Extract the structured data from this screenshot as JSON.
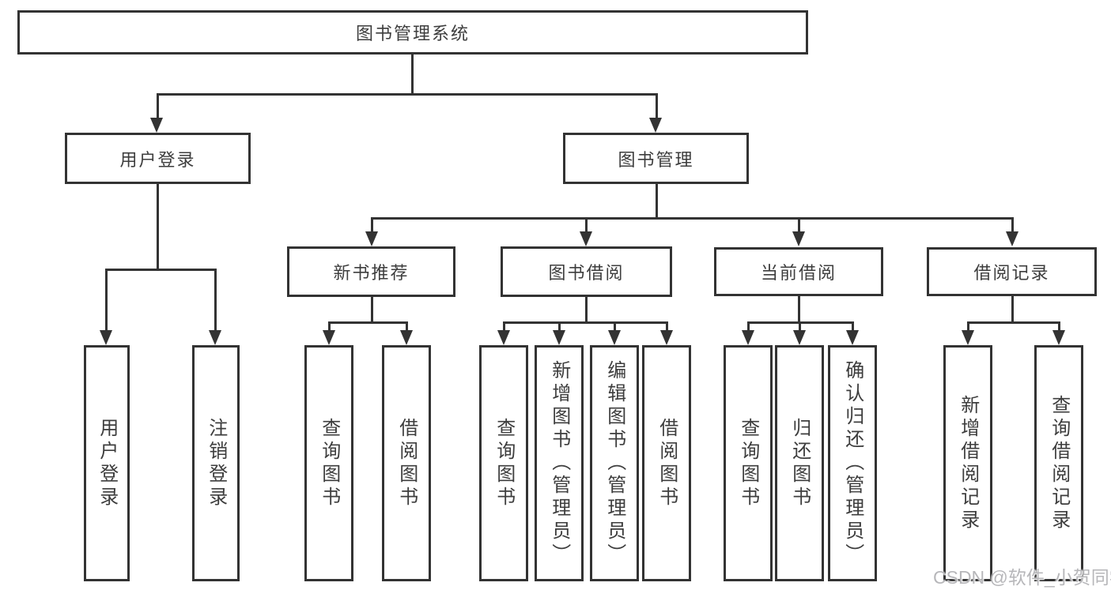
{
  "tree": {
    "label": "图书管理系统",
    "children": [
      {
        "label": "用户登录",
        "children": [
          {
            "label": "用户登录"
          },
          {
            "label": "注销登录"
          }
        ]
      },
      {
        "label": "图书管理",
        "children": [
          {
            "label": "新书推荐",
            "children": [
              {
                "label": "查询图书"
              },
              {
                "label": "借阅图书"
              }
            ]
          },
          {
            "label": "图书借阅",
            "children": [
              {
                "label": "查询图书"
              },
              {
                "label": "新增图书（管理员）"
              },
              {
                "label": "编辑图书（管理员）"
              },
              {
                "label": "借阅图书"
              }
            ]
          },
          {
            "label": "当前借阅",
            "children": [
              {
                "label": "查询图书"
              },
              {
                "label": "归还图书"
              },
              {
                "label": "确认归还（管理员）"
              }
            ]
          },
          {
            "label": "借阅记录",
            "children": [
              {
                "label": "新增借阅记录"
              },
              {
                "label": "查询借阅记录"
              }
            ]
          }
        ]
      }
    ]
  },
  "watermark": {
    "text": "CSDN @软件_小贺同学"
  },
  "colors": {
    "background": "#ffffff",
    "line": "#333333",
    "box_border": "#333333",
    "text": "#3d3d3d",
    "watermark": "#b7b7ba"
  }
}
